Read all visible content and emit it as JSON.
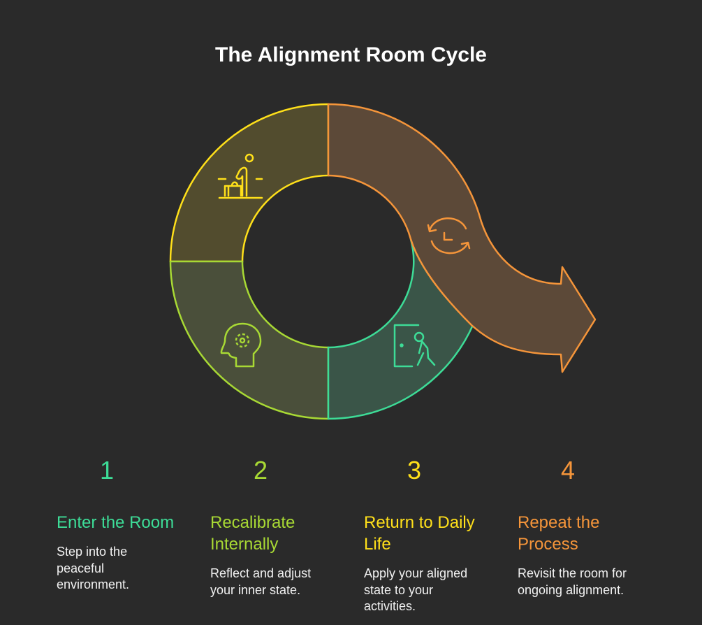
{
  "title": "The Alignment Room Cycle",
  "colors": {
    "step1": "#3ddc97",
    "step2": "#a8d934",
    "step3": "#ffe01a",
    "step4": "#f5953a"
  },
  "steps": [
    {
      "number": "1",
      "title": "Enter the Room",
      "description": "Step into the peaceful environment.",
      "icon": "reception-desk-icon"
    },
    {
      "number": "2",
      "title": "Recalibrate Internally",
      "description": "Reflect and adjust your inner state.",
      "icon": "head-gear-icon"
    },
    {
      "number": "3",
      "title": "Return to Daily Life",
      "description": "Apply your aligned state to your activities.",
      "icon": "person-exit-door-icon"
    },
    {
      "number": "4",
      "title": "Repeat the Process",
      "description": "Revisit the room for ongoing alignment.",
      "icon": "cycle-clock-icon"
    }
  ]
}
